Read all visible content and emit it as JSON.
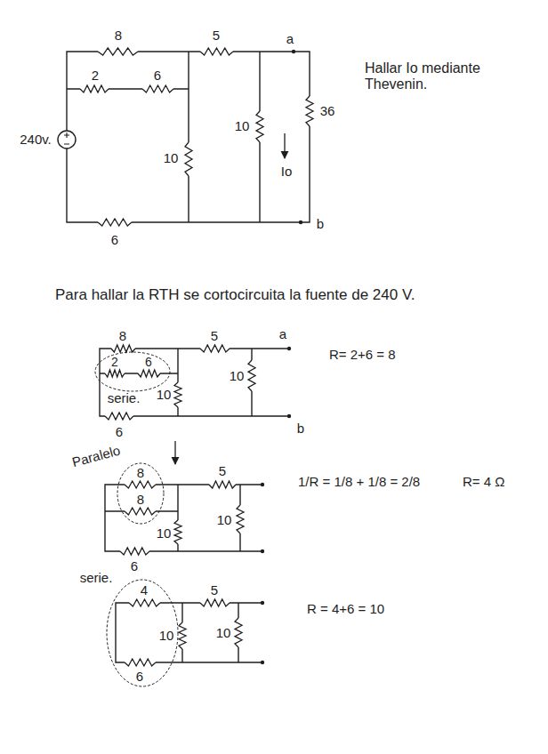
{
  "diagram": {
    "labels": [
      "8",
      "5",
      "a",
      "2",
      "6",
      "Hallar Io mediante Thevenin.",
      "240v.",
      "10",
      "10",
      "Io",
      "36",
      "6",
      "b",
      "Para hallar la RTH se cortocircuita la fuente de 240 V.",
      "8",
      "5",
      "a",
      "2",
      "6",
      "serie.",
      "10",
      "10",
      "6",
      "b",
      "R= 2+6 = 8",
      "Paralelo",
      "8",
      "5",
      "8",
      "10",
      "10",
      "6",
      "1/R = 1/8 + 1/8 = 2/8",
      "R= 4 Ω",
      "serie.",
      "4",
      "5",
      "10",
      "10",
      "6",
      "R = 4+6 = 10"
    ]
  }
}
